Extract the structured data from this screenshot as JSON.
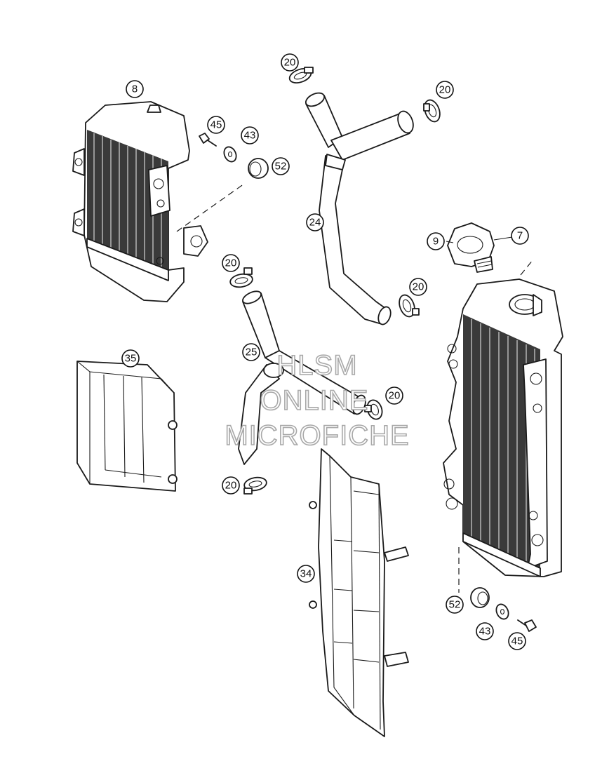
{
  "callouts": {
    "left_radiator": "8",
    "right_radiator": "7",
    "radiator_cap": "9",
    "upper_hose": "24",
    "lower_hose": "25",
    "left_shroud": "35",
    "right_shroud": "34",
    "clamp_a": "20",
    "clamp_b": "20",
    "clamp_c": "20",
    "clamp_d": "20",
    "clamp_e": "20",
    "clamp_f": "20",
    "screw_left": "45",
    "washer_left": "43",
    "grommet_left": "52",
    "screw_right": "45",
    "washer_right": "43",
    "grommet_right": "52"
  },
  "watermark": {
    "line1": "HLSM",
    "line2": "ONLINE",
    "line3": "MICROFICHE"
  }
}
